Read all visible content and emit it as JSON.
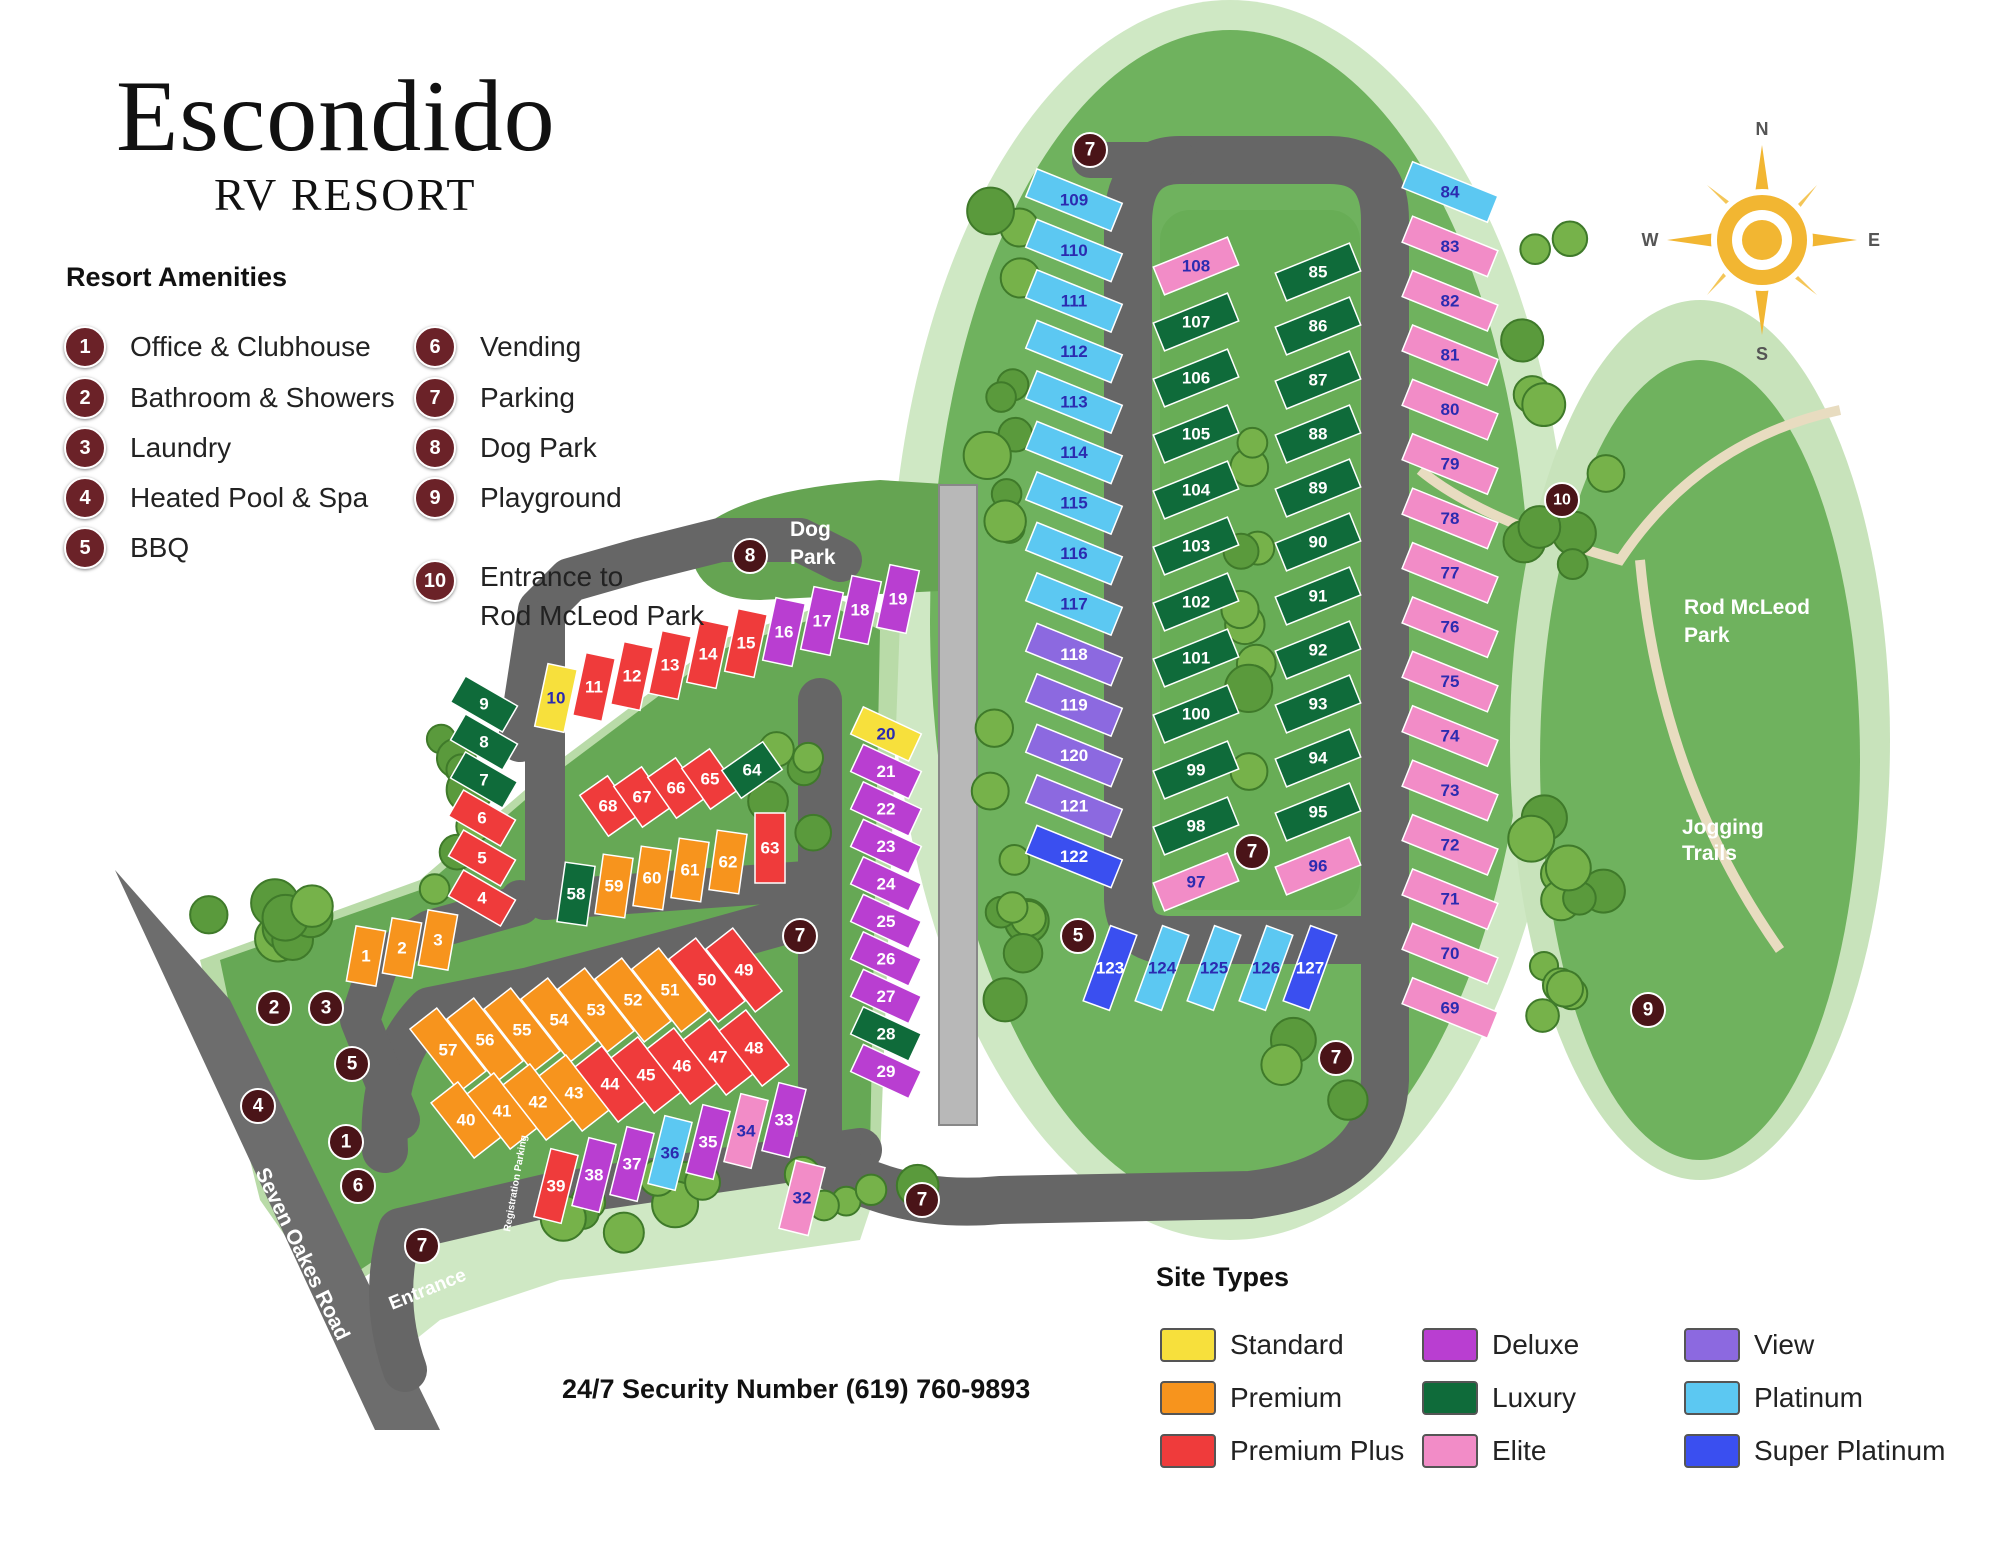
{
  "title": "Escondido",
  "subtitle": "RV RESORT",
  "amenities_heading": "Resort Amenities",
  "amenities": [
    {
      "num": "1",
      "label": "Office & Clubhouse"
    },
    {
      "num": "2",
      "label": "Bathroom & Showers"
    },
    {
      "num": "3",
      "label": "Laundry"
    },
    {
      "num": "4",
      "label": "Heated Pool & Spa"
    },
    {
      "num": "5",
      "label": "BBQ"
    },
    {
      "num": "6",
      "label": "Vending"
    },
    {
      "num": "7",
      "label": "Parking"
    },
    {
      "num": "8",
      "label": "Dog Park"
    },
    {
      "num": "9",
      "label": "Playground"
    },
    {
      "num": "10",
      "label": "Entrance to Rod McLeod Park"
    }
  ],
  "security": "24/7 Security Number (619) 760-9893",
  "site_types_heading": "Site Types",
  "site_types": [
    {
      "name": "Standard",
      "color": "#f7e03c"
    },
    {
      "name": "Premium",
      "color": "#f7941d"
    },
    {
      "name": "Premium Plus",
      "color": "#ef3b3b"
    },
    {
      "name": "Deluxe",
      "color": "#b93ed1"
    },
    {
      "name": "Luxury",
      "color": "#0f6b3a"
    },
    {
      "name": "Elite",
      "color": "#f28cc7"
    },
    {
      "name": "View",
      "color": "#8c69e0"
    },
    {
      "name": "Platinum",
      "color": "#5cc8f2"
    },
    {
      "name": "Super Platinum",
      "color": "#3a4ff0"
    }
  ],
  "map_labels": {
    "dog_park": "Dog Park",
    "rod_mcleod_park": "Rod McLeod Park",
    "jogging_trails": "Jogging Trails",
    "road": "Seven Oakes Road",
    "entrance": "Entrance",
    "registration_parking": "Registration Parking"
  },
  "compass": {
    "n": "N",
    "s": "S",
    "e": "E",
    "w": "W"
  },
  "sites": {
    "standard": [
      "10",
      "20"
    ],
    "premium": [
      "1",
      "2",
      "3",
      "40",
      "41",
      "42",
      "43",
      "53",
      "54",
      "55",
      "56",
      "57",
      "51",
      "52",
      "59",
      "60",
      "61",
      "62"
    ],
    "premium_plus": [
      "4",
      "5",
      "6",
      "11",
      "12",
      "13",
      "14",
      "15",
      "39",
      "44",
      "45",
      "46",
      "47",
      "48",
      "49",
      "50",
      "63",
      "65",
      "66",
      "67",
      "68"
    ],
    "deluxe": [
      "16",
      "17",
      "18",
      "19",
      "21",
      "22",
      "23",
      "24",
      "25",
      "26",
      "27",
      "29",
      "33",
      "35",
      "37",
      "38"
    ],
    "luxury": [
      "7",
      "8",
      "9",
      "28",
      "58",
      "64",
      "85",
      "86",
      "87",
      "88",
      "89",
      "90",
      "91",
      "92",
      "93",
      "94",
      "95",
      "98",
      "99",
      "100",
      "101",
      "102",
      "103",
      "104",
      "105",
      "106",
      "107"
    ],
    "elite": [
      "32",
      "34",
      "69",
      "70",
      "71",
      "72",
      "73",
      "74",
      "75",
      "76",
      "77",
      "78",
      "79",
      "80",
      "81",
      "82",
      "83",
      "96",
      "97",
      "108"
    ],
    "view": [
      "118",
      "119",
      "120",
      "121"
    ],
    "platinum": [
      "36",
      "84",
      "109",
      "110",
      "111",
      "112",
      "113",
      "114",
      "115",
      "116",
      "117",
      "124",
      "125",
      "126"
    ],
    "super_platinum": [
      "122",
      "123",
      "127"
    ]
  },
  "markers": [
    {
      "num": "1"
    },
    {
      "num": "2"
    },
    {
      "num": "3"
    },
    {
      "num": "4"
    },
    {
      "num": "5"
    },
    {
      "num": "5"
    },
    {
      "num": "6"
    },
    {
      "num": "7"
    },
    {
      "num": "7"
    },
    {
      "num": "7"
    },
    {
      "num": "7"
    },
    {
      "num": "7"
    },
    {
      "num": "7"
    },
    {
      "num": "8"
    },
    {
      "num": "9"
    },
    {
      "num": "10"
    }
  ]
}
